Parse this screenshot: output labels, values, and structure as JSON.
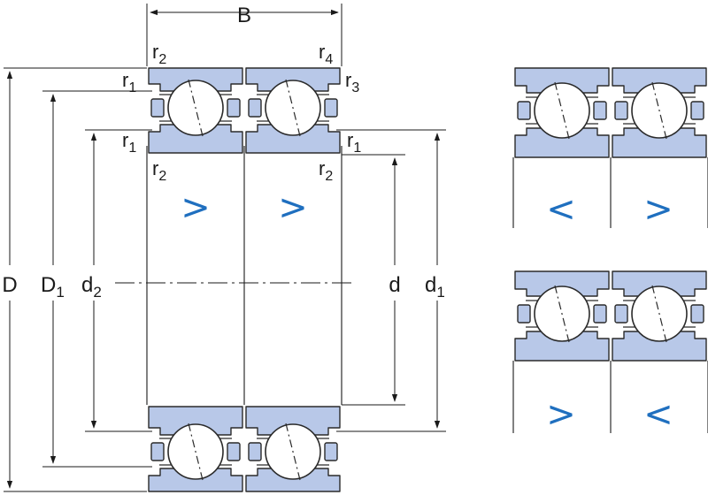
{
  "colors": {
    "ring_fill": "#b8c8e8",
    "ring_stroke": "#2a2a2a",
    "line": "#1a1a1a",
    "arrow_accent": "#1f6fbf"
  },
  "labels": {
    "B": "B",
    "D": "D",
    "D1": {
      "base": "D",
      "sub": "1"
    },
    "d2": {
      "base": "d",
      "sub": "2"
    },
    "d": "d",
    "d1": {
      "base": "d",
      "sub": "1"
    },
    "r1": {
      "base": "r",
      "sub": "1"
    },
    "r2": {
      "base": "r",
      "sub": "2"
    },
    "r3": {
      "base": "r",
      "sub": "3"
    },
    "r4": {
      "base": "r",
      "sub": "4"
    }
  },
  "arrows": {
    "main_left": ">",
    "main_right": ">",
    "top_right_left": "<",
    "top_right_right": ">",
    "bottom_right_left": ">",
    "bottom_right_right": "<"
  }
}
